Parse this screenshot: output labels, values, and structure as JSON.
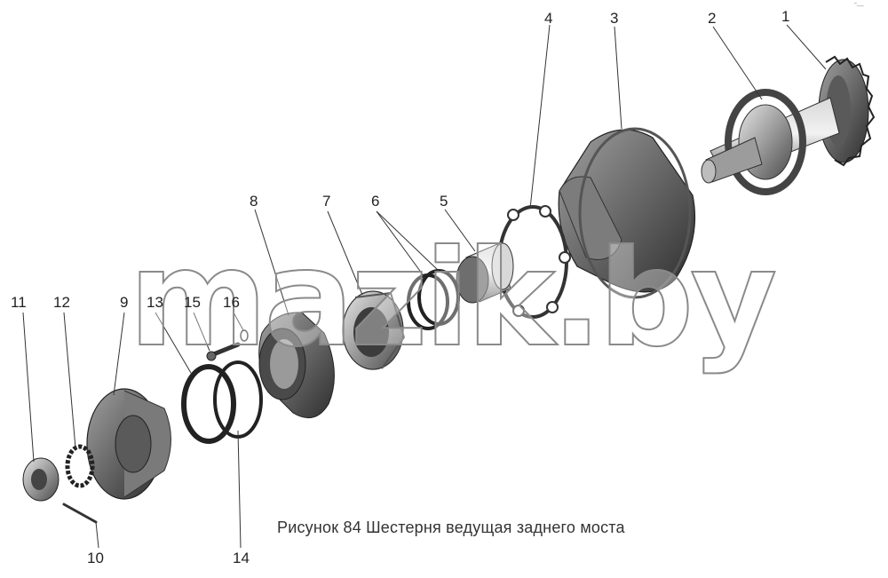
{
  "caption": "Рисунок 84  Шестерня  ведущая заднего моста",
  "watermark": "mazik.by",
  "corner_mark": "˜—",
  "labels": {
    "n1": "1",
    "n2": "2",
    "n3": "3",
    "n4": "4",
    "n5": "5",
    "n6": "6",
    "n7": "7",
    "n8": "8",
    "n9": "9",
    "n10": "10",
    "n11": "11",
    "n12": "12",
    "n13": "13",
    "n14": "14",
    "n15": "15",
    "n16": "16"
  },
  "colors": {
    "metal_dark": "#3a3a3a",
    "metal_mid": "#8a8a8a",
    "metal_light": "#cfcfcf",
    "line": "#333333"
  }
}
